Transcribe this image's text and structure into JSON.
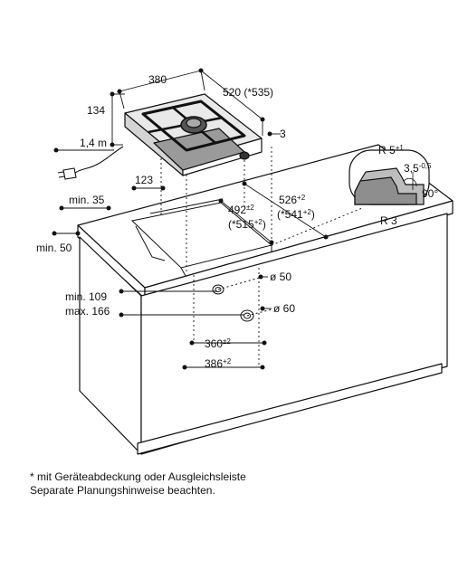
{
  "dimensions": {
    "width": "380",
    "depth": "520 (*535)",
    "height": "134",
    "cable": "1,4 m",
    "side_gap": "3",
    "offset_123": "123",
    "min_35": "min. 35",
    "min_50": "min. 50",
    "cutout_492": "492",
    "cutout_492_tol": "±2",
    "cutout_515": "(*515",
    "cutout_515_tol": "+2",
    "cutout_515_close": ")",
    "cutout_526": "526",
    "cutout_526_tol": "+2",
    "cutout_541": "(*541",
    "cutout_541_tol": "+2",
    "cutout_541_close": ")",
    "radius_5": "R 5",
    "radius_5_tol": "+1",
    "radius_3": "R 3",
    "edge_35": "3,5",
    "edge_35_tol": "-0,5",
    "angle_90": "90°",
    "min_109": "min. 109",
    "max_166": "max. 166",
    "dia_50": "ø 50",
    "dia_60": "ø 60",
    "w_360": "360",
    "w_360_tol": "±2",
    "w_386": "386",
    "w_386_tol": "+2"
  },
  "notes": {
    "line1": "* mit Geräteabdeckung oder Ausgleichsleiste",
    "line2": "Separate Planungshinweise beachten."
  }
}
